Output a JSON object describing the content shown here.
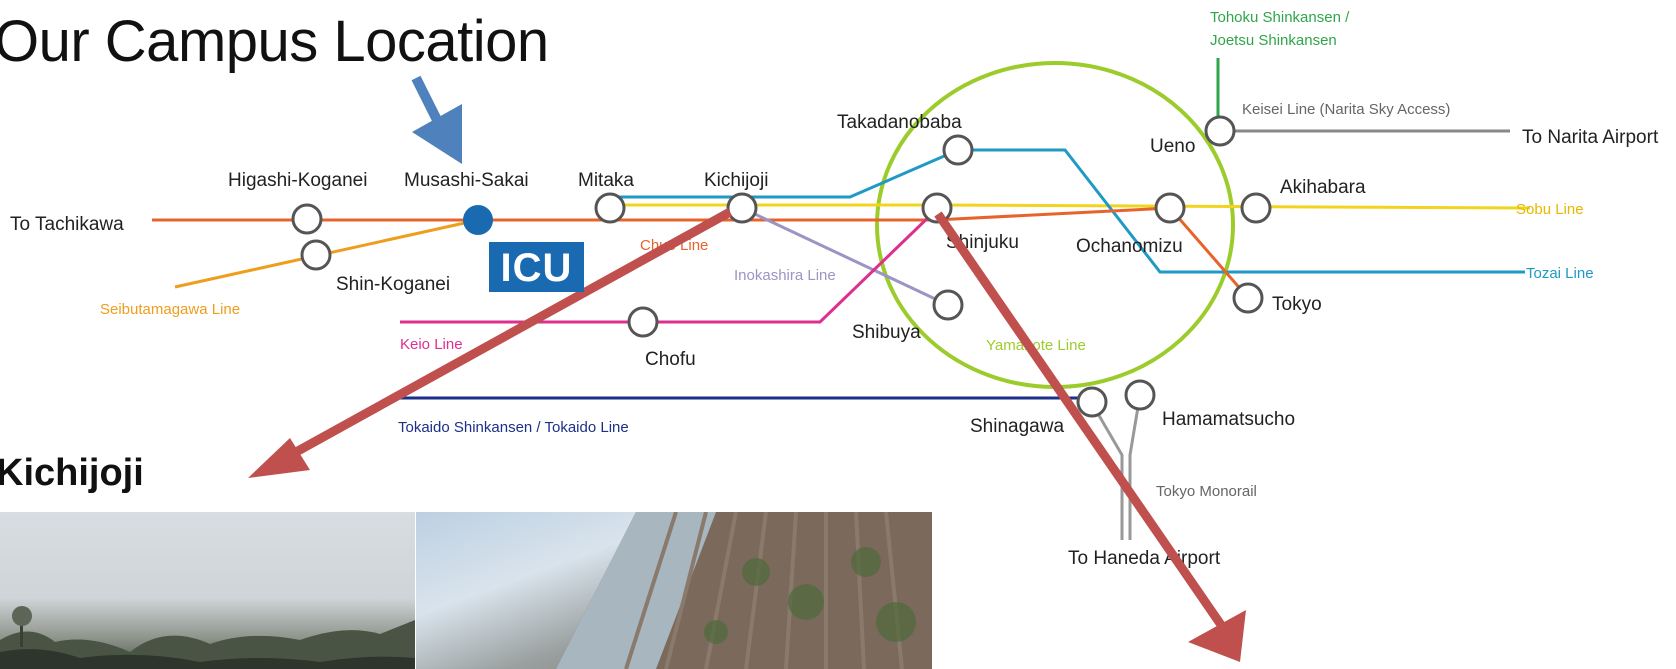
{
  "title": "Our Campus Location",
  "highlight_label": "Kichijoji",
  "logo_text": "ICU",
  "stations": {
    "higashi_koganei": "Higashi-Koganei",
    "musashi_sakai": "Musashi-Sakai",
    "mitaka": "Mitaka",
    "kichijoji": "Kichijoji",
    "takadanobaba": "Takadanobaba",
    "ueno": "Ueno",
    "akihabara": "Akihabara",
    "shinjuku": "Shinjuku",
    "ochanomizu": "Ochanomizu",
    "tokyo": "Tokyo",
    "shibuya": "Shibuya",
    "shin_koganei": "Shin-Koganei",
    "chofu": "Chofu",
    "shinagawa": "Shinagawa",
    "hamamatsucho": "Hamamatsucho"
  },
  "destinations": {
    "tachikawa": "To Tachikawa",
    "narita": "To Narita Airport",
    "haneda": "To Haneda Airport"
  },
  "lines": {
    "tohoku_1": "Tohoku Shinkansen /",
    "tohoku_2": "Joetsu Shinkansen",
    "keisei": "Keisei Line (Narita Sky Access)",
    "sobu": "Sobu Line",
    "tozai": "Tozai Line",
    "chuo": "Chuo Line",
    "inokashira": "Inokashira Line",
    "keio": "Keio Line",
    "yamanote": "Yamanote Line",
    "seibutamagawa": "Seibutamagawa Line",
    "tokaido": "Tokaido Shinkansen / Tokaido Line",
    "monorail": "Tokyo Monorail"
  },
  "colors": {
    "chuo": "#e8632b",
    "sobu": "#f2d41e",
    "tozai": "#1f9ac4",
    "yamanote": "#9ccc2c",
    "keio": "#dd2f8f",
    "inokashira": "#9a95c4",
    "seibutamagawa": "#ef9d1c",
    "tokaido": "#1c2f8a",
    "shinkansen": "#30a64a",
    "keisei": "#888888",
    "arrow_red": "#c0504d",
    "arrow_blue": "#4f81bd",
    "icu_blue": "#1a6ab1"
  }
}
